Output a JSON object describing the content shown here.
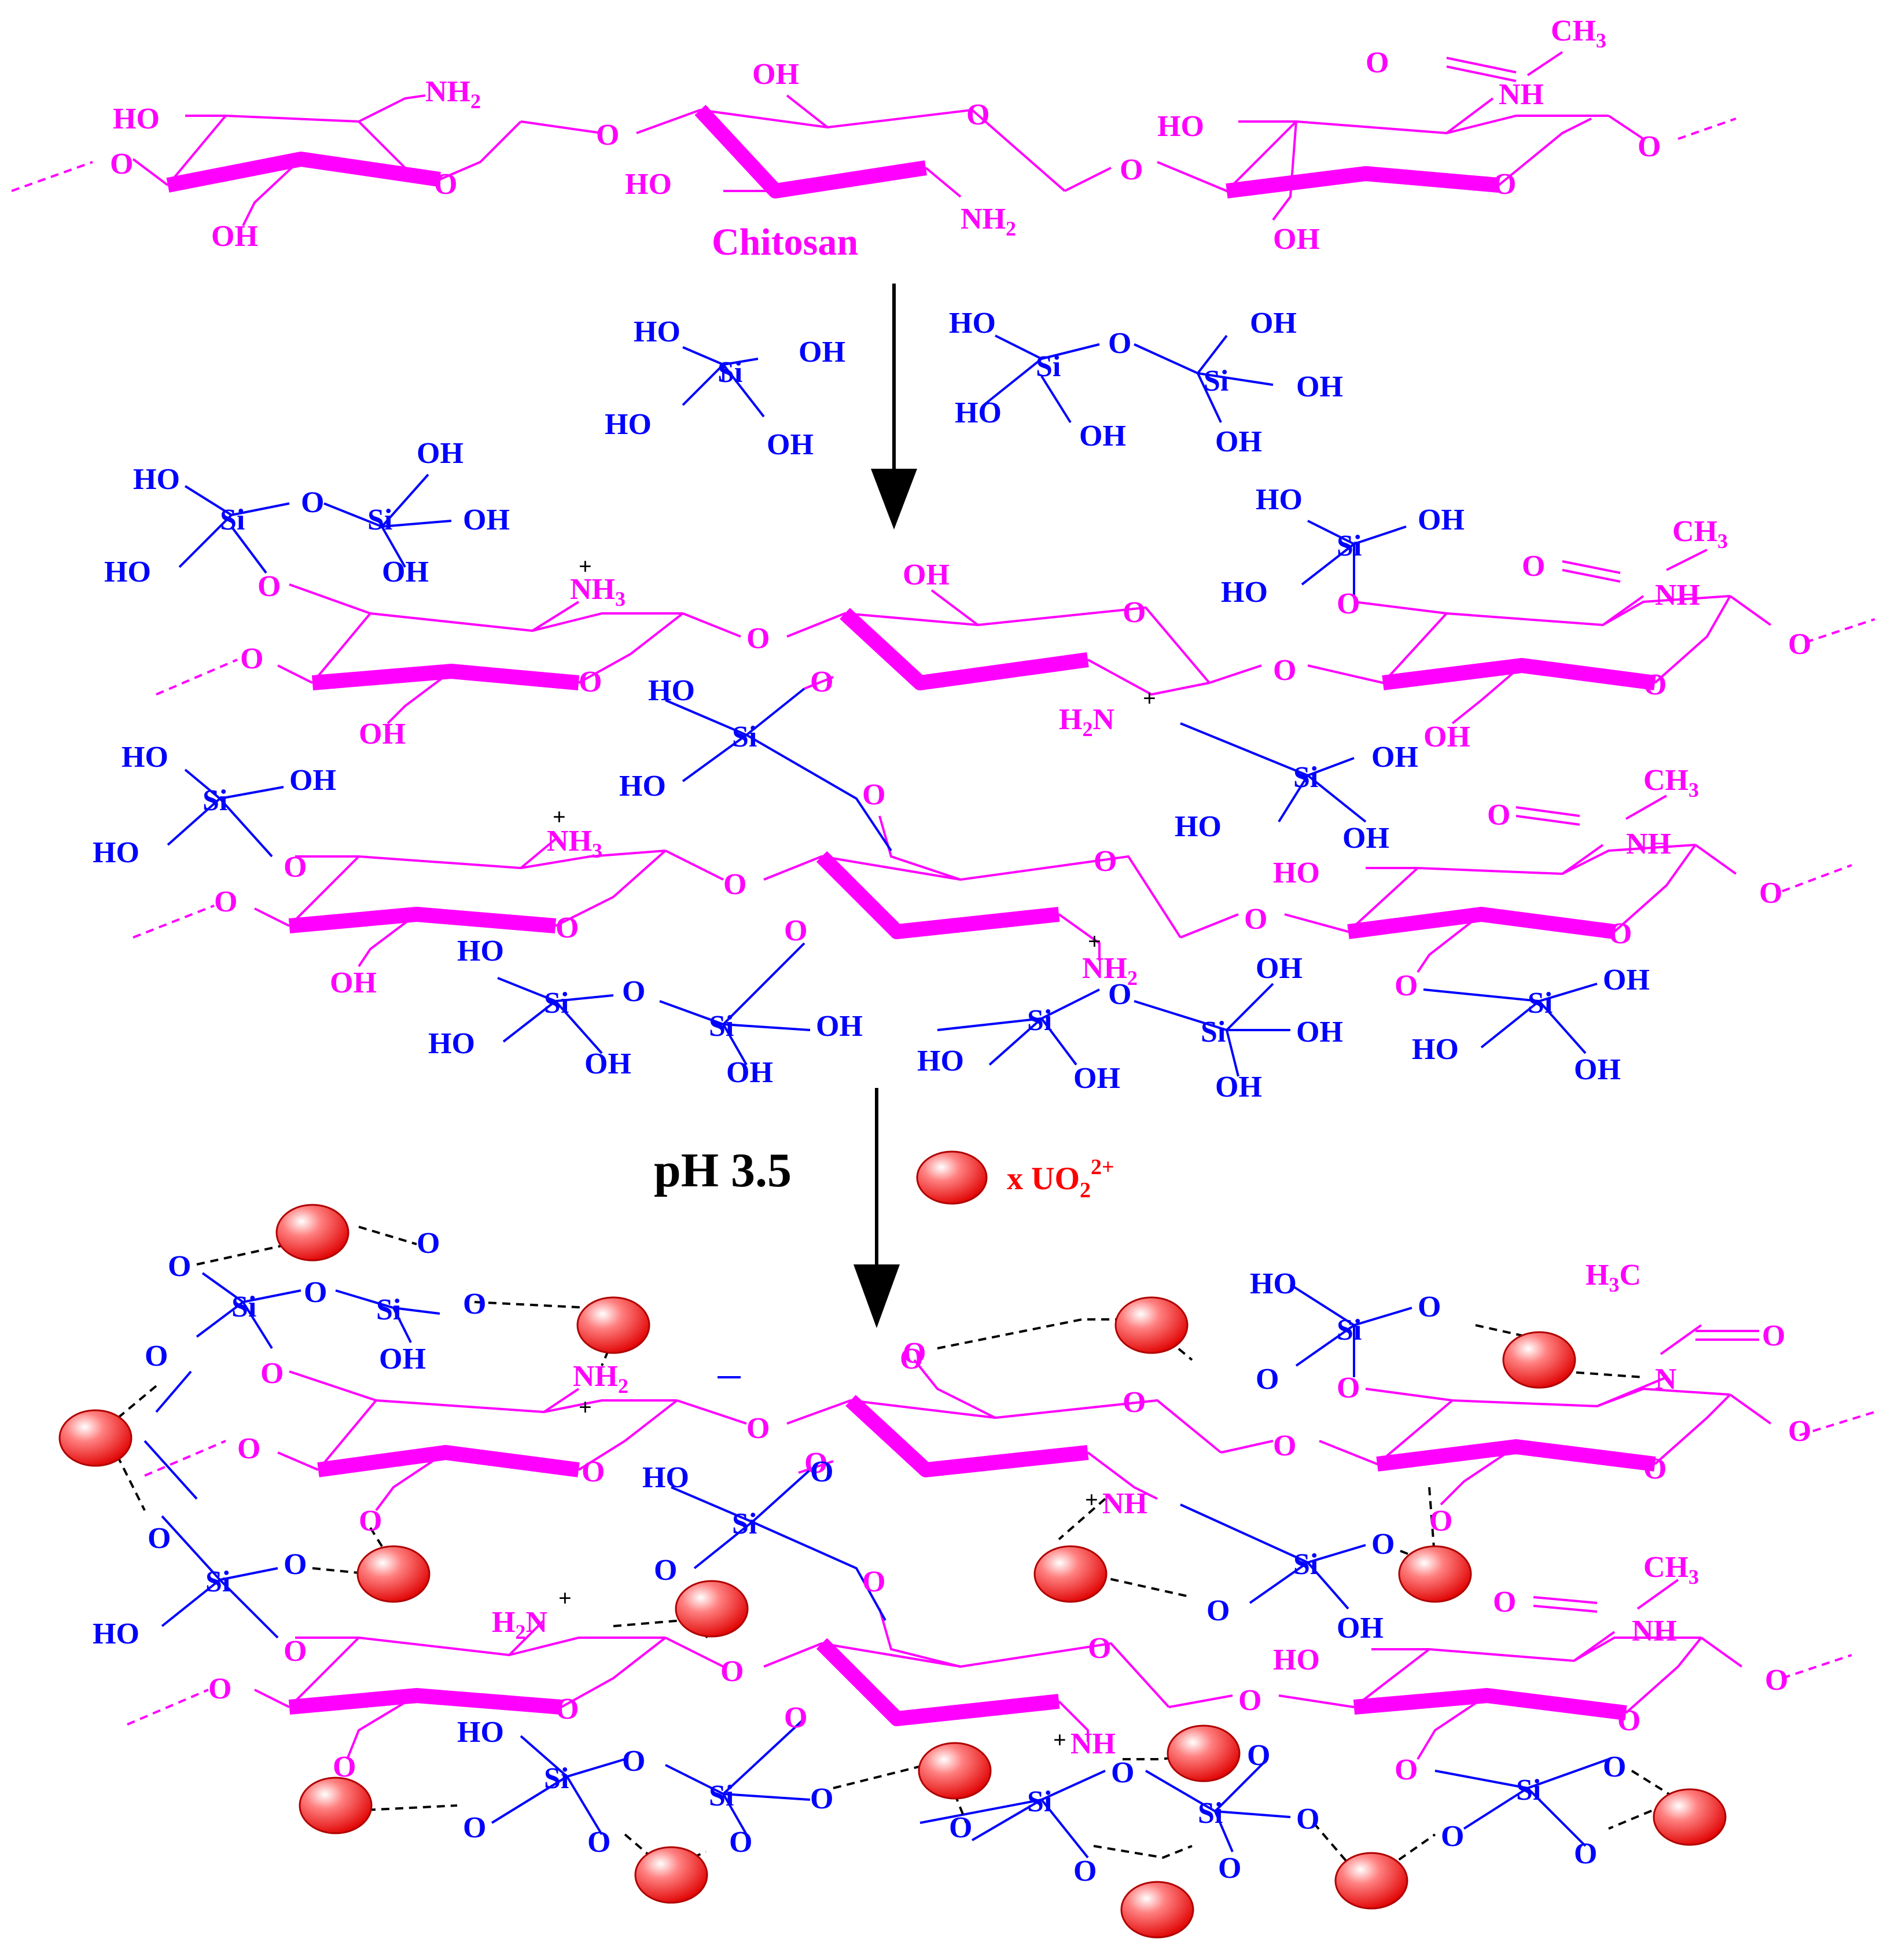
{
  "colors": {
    "chitosan": "#ff00ff",
    "silica": "#0000ff",
    "uranyl": "#ff0000",
    "arrow": "#000000"
  },
  "labels": {
    "chitosan": "Chitosan",
    "ph": "pH 3.5",
    "uranyl_prefix": "x UO",
    "uranyl_sub": "2",
    "uranyl_sup": "2+"
  },
  "groups": {
    "HO": "HO",
    "OH": "OH",
    "O": "O",
    "Si": "Si",
    "NH": "NH",
    "N": "N",
    "NH2": "NH",
    "NH3": "NH",
    "H2N": "H",
    "H3C": "H",
    "C": "C",
    "CH3": "CH",
    "sub2": "2",
    "sub3": "3",
    "plus": "+"
  },
  "icons": {
    "uranyl_sphere": "red-sphere-icon",
    "reaction_arrow": "down-arrow-icon"
  }
}
